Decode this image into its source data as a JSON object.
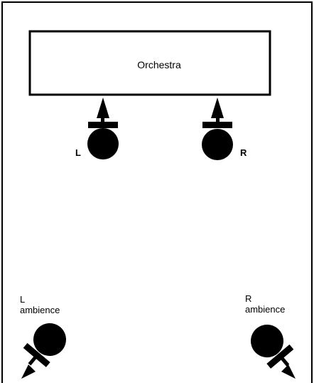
{
  "stage": {
    "label": "Orchestra"
  },
  "microphones": {
    "main_left": {
      "label": "L"
    },
    "main_right": {
      "label": "R"
    },
    "ambience_left": {
      "label_line1": "L",
      "label_line2": "ambience"
    },
    "ambience_right": {
      "label_line1": "R",
      "label_line2": "ambience"
    }
  },
  "colors": {
    "ink": "#000000",
    "paper": "#ffffff"
  },
  "icons": {
    "microphone": "microphone-icon",
    "direction_arrow": "arrow-icon"
  }
}
